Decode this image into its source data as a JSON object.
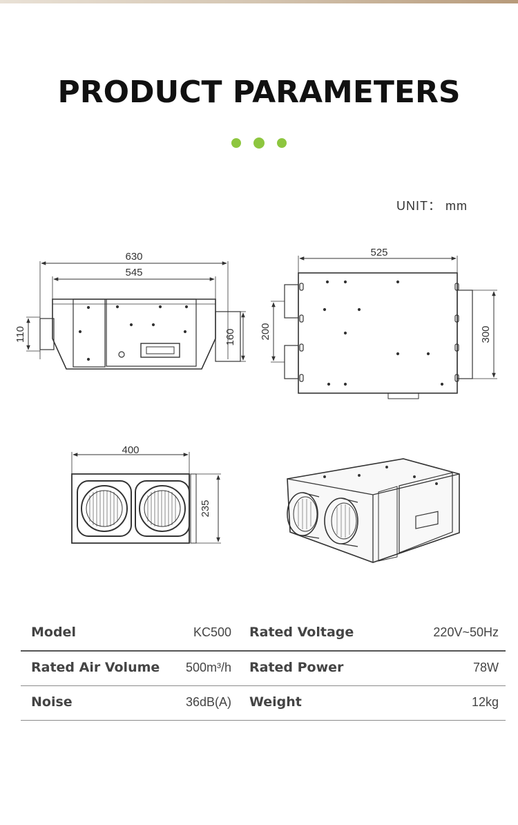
{
  "title": "PRODUCT PARAMETERS",
  "accent_color": "#8dc63f",
  "unit_label": "UNIT： mm",
  "dimensions": {
    "front_overall": "630",
    "front_body": "545",
    "front_left_port": "110",
    "front_right_port": "160",
    "top_width": "525",
    "top_left_span": "200",
    "top_right_span": "300",
    "side_width": "400",
    "side_height": "235"
  },
  "specs": [
    {
      "label_left": "Model",
      "value_left": "KC500",
      "label_right": "Rated Voltage",
      "value_right": "220V~50Hz"
    },
    {
      "label_left": "Rated Air Volume",
      "value_left": "500m³/h",
      "label_right": "Rated Power",
      "value_right": "78W"
    },
    {
      "label_left": "Noise",
      "value_left": "36dB(A)",
      "label_right": "Weight",
      "value_right": "12kg"
    }
  ]
}
